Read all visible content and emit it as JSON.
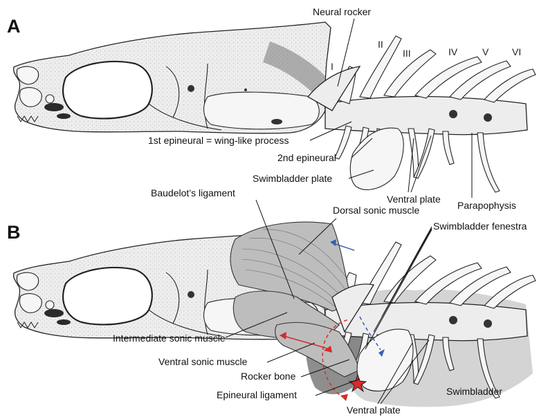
{
  "panels": {
    "a": "A",
    "b": "B"
  },
  "vertebrae": [
    "I",
    "II",
    "III",
    "IV",
    "V",
    "VI"
  ],
  "labels_a": {
    "neural_rocker": "Neural rocker",
    "wing": "1st epineural = wing-like process",
    "second_epineural": "2nd epineural",
    "swimbladder_plate": "Swimbladder plate",
    "ventral_plate": "Ventral plate",
    "parapophysis": "Parapophysis"
  },
  "labels_b": {
    "baudelot": "Baudelot’s ligament",
    "dorsal_sonic": "Dorsal sonic muscle",
    "fenestra": "Swimbladder fenestra",
    "intermediate_sonic": "Intermediate sonic muscle",
    "ventral_sonic": "Ventral sonic muscle",
    "rocker_bone": "Rocker bone",
    "epineural_ligament": "Epineural ligament",
    "swimbladder": "Swimbladder",
    "ventral_plate": "Ventral plate"
  },
  "colors": {
    "arrow_blue": "#3a5fb0",
    "arrow_red": "#d62b2b",
    "bladder_gray": "#d4d4d4",
    "muscle_gray": "#bdbdbd"
  }
}
